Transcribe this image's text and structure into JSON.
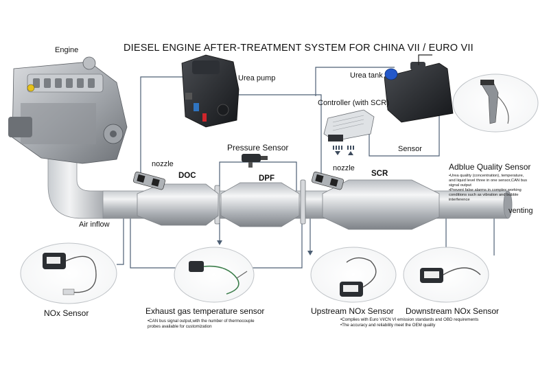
{
  "title": "DIESEL ENGINE AFTER-TREATMENT SYSTEM FOR CHINA VII / EURO VII",
  "labels": {
    "engine": "Engine",
    "urea_pump": "Urea pump",
    "urea_tank": "Urea tank",
    "controller": "Controller (with SCR)",
    "sensor": "Sensor",
    "pressure_sensor": "Pressure Sensor",
    "nozzle_left": "nozzle",
    "nozzle_right": "nozzle",
    "doc": "DOC",
    "dpf": "DPF",
    "scr": "SCR",
    "air_inflow": "Air inflow",
    "venting": "venting",
    "adblue_sensor": "Adblue Quality Sensor",
    "nox_sensor": "NOx Sensor",
    "exhaust_temp_sensor": "Exhaust gas temperature sensor",
    "upstream_nox": "Upstream NOx Sensor",
    "downstream_nox": "Downstream NOx Sensor"
  },
  "adblue_notes": [
    "Urea quality (concentration), temperature, and liquid level three in one sensor,CAN bus signal output",
    "Prevent false alarms in complex working conditions such as vibration and bubble interference"
  ],
  "exhaust_notes": [
    "CAN bus signal output,with the number of thermocouple probes available for customization"
  ],
  "nox_notes": [
    "Complies with Euro VI/CN VI emission standards and OBD requirements",
    "The accuracy and reliability meet the OEM quality"
  ]
}
